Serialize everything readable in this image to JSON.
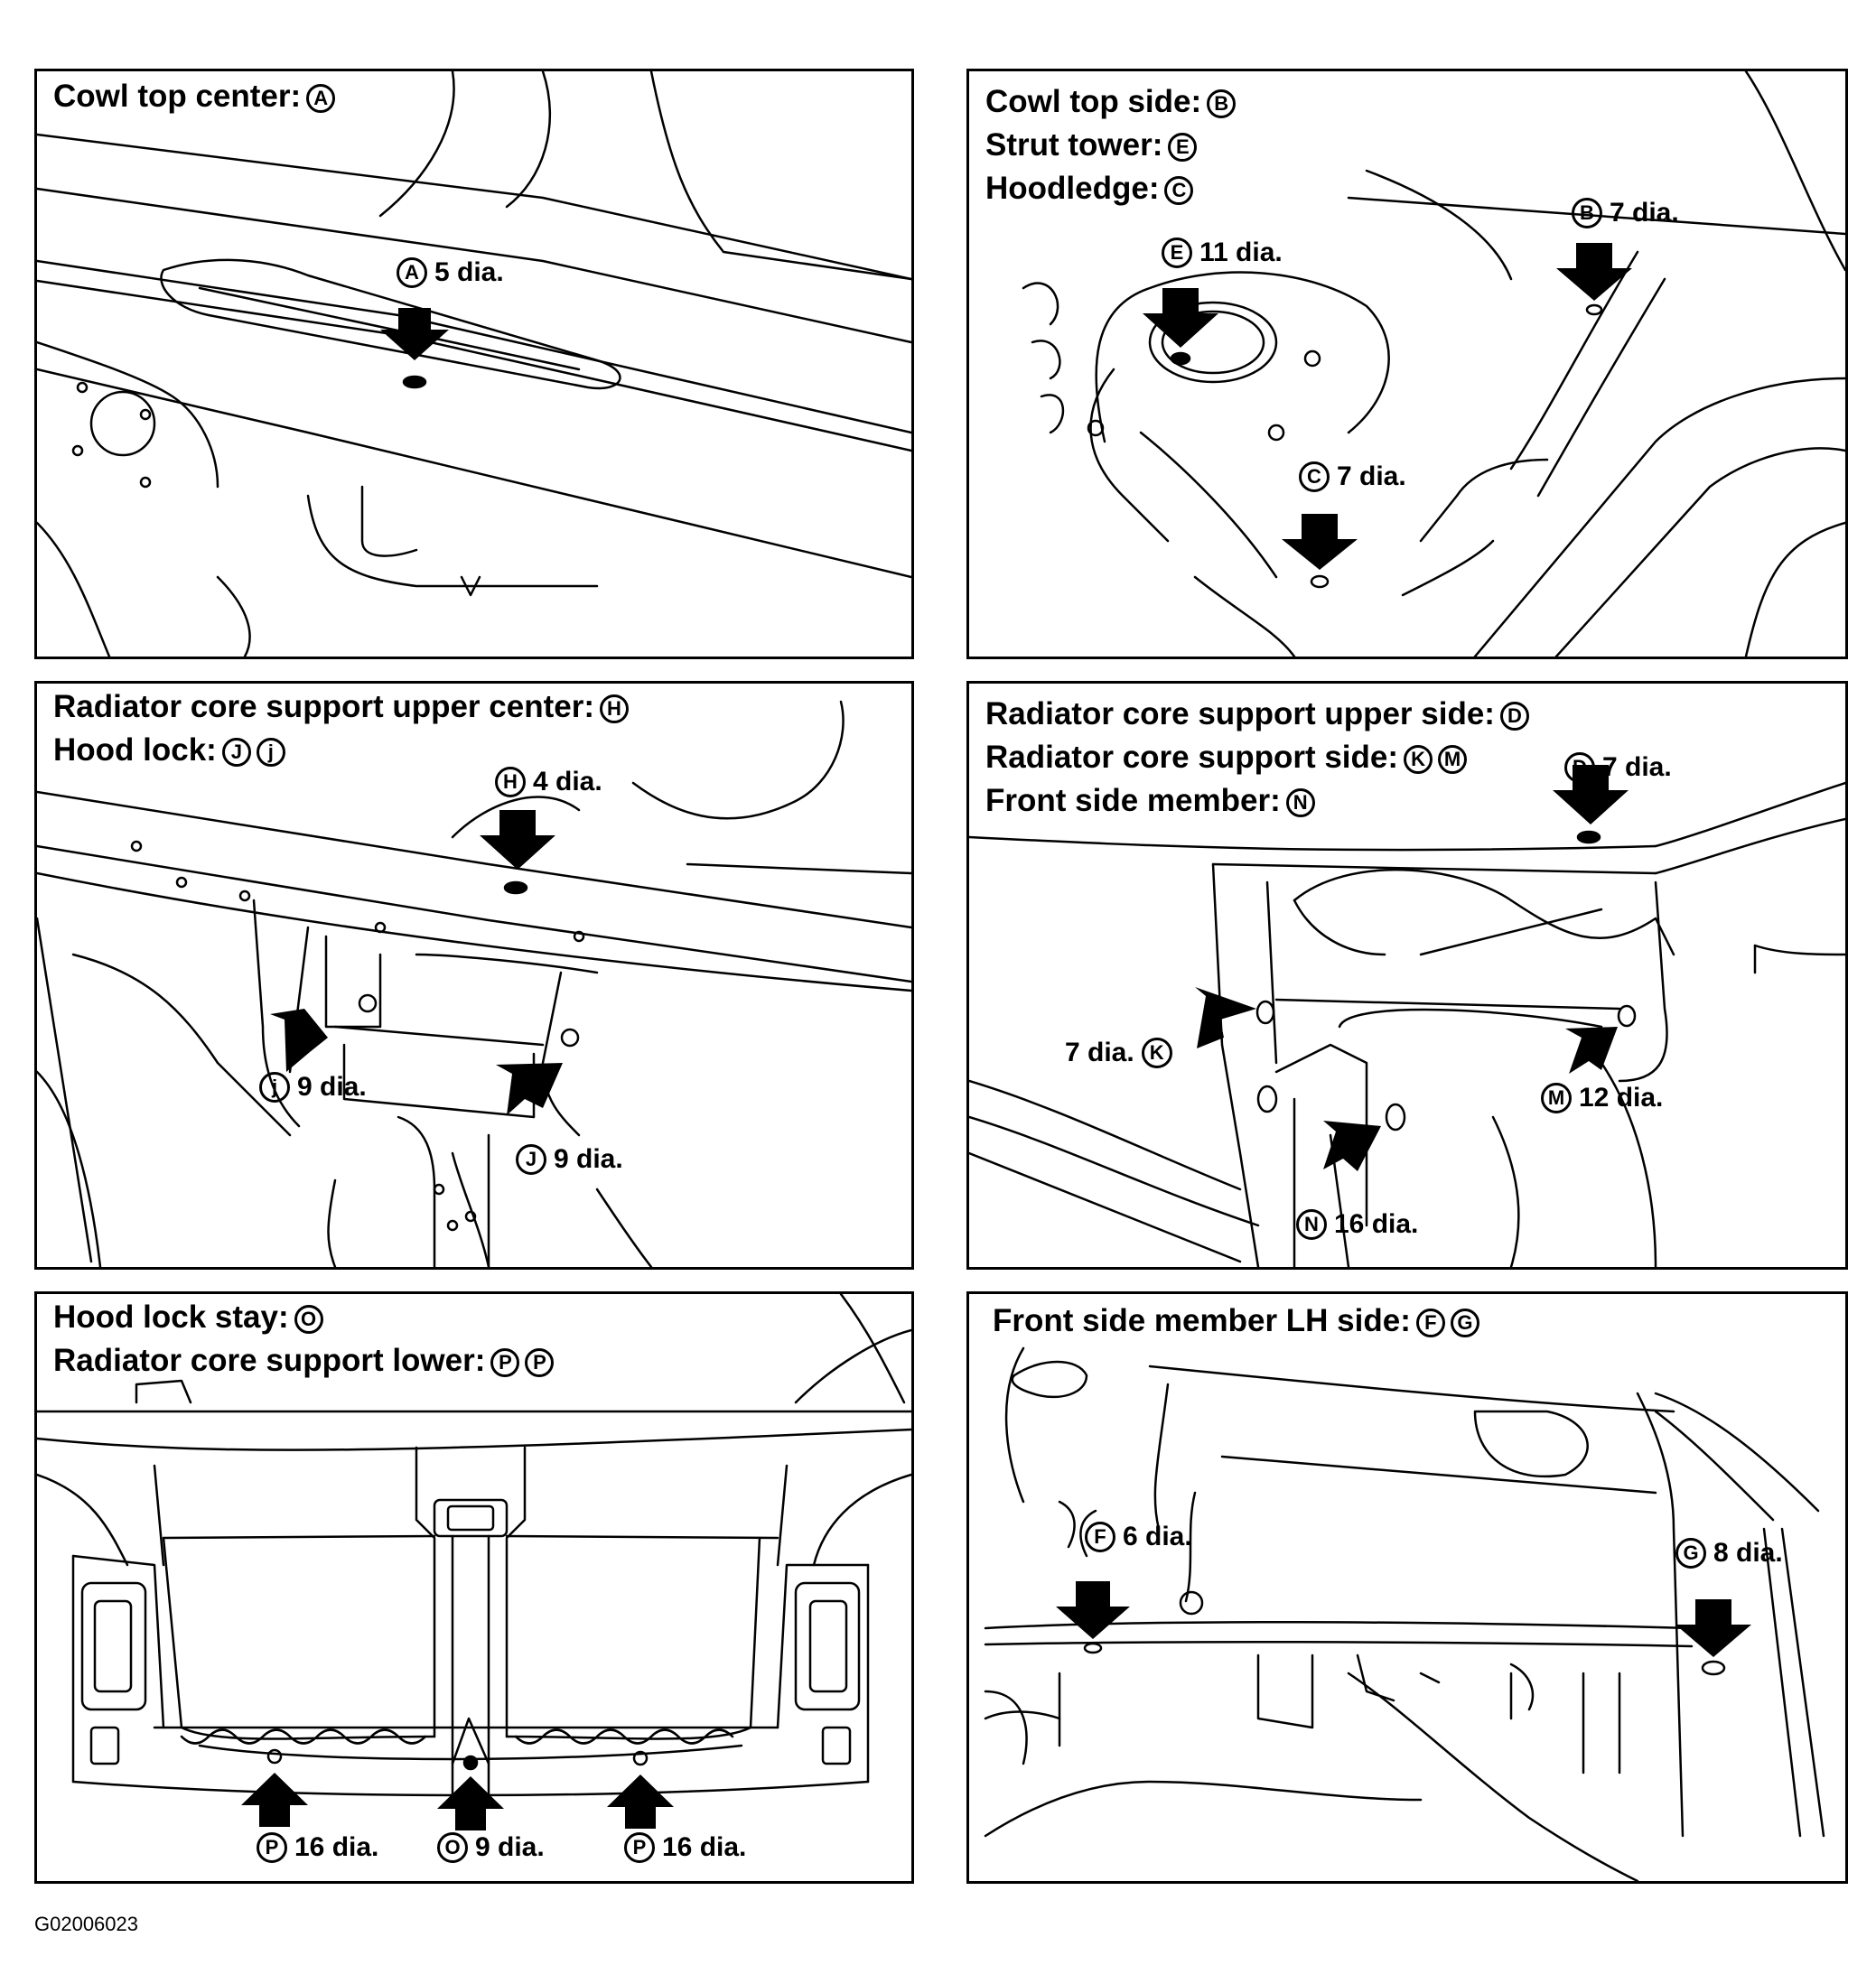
{
  "figure_id": "G02006023",
  "panels": [
    {
      "title_lines": [
        {
          "text": "Cowl top center:",
          "marks": [
            "A"
          ]
        }
      ],
      "callouts": [
        {
          "mark": "A",
          "label": "5 dia."
        }
      ]
    },
    {
      "title_lines": [
        {
          "text": "Cowl top side:",
          "marks": [
            "B"
          ]
        },
        {
          "text": "Strut tower:",
          "marks": [
            "E"
          ]
        },
        {
          "text": "Hoodledge:",
          "marks": [
            "C"
          ]
        }
      ],
      "callouts": [
        {
          "mark": "B",
          "label": "7 dia."
        },
        {
          "mark": "E",
          "label": "11 dia."
        },
        {
          "mark": "C",
          "label": "7 dia."
        }
      ]
    },
    {
      "title_lines": [
        {
          "text": "Radiator core support upper center:",
          "marks": [
            "H"
          ]
        },
        {
          "text": "Hood lock:",
          "marks": [
            "J",
            "j"
          ]
        }
      ],
      "callouts": [
        {
          "mark": "H",
          "label": "4 dia."
        },
        {
          "mark": "j",
          "label": "9 dia."
        },
        {
          "mark": "J",
          "label": "9 dia."
        }
      ]
    },
    {
      "title_lines": [
        {
          "text": "Radiator core support upper side:",
          "marks": [
            "D"
          ]
        },
        {
          "text": "Radiator core support side:",
          "marks": [
            "K",
            "M"
          ]
        },
        {
          "text": "Front side member:",
          "marks": [
            "N"
          ]
        }
      ],
      "callouts": [
        {
          "mark": "D",
          "label": "7 dia."
        },
        {
          "mark": "K",
          "label": "7 dia."
        },
        {
          "mark": "M",
          "label": "12 dia."
        },
        {
          "mark": "N",
          "label": "16 dia."
        }
      ]
    },
    {
      "title_lines": [
        {
          "text": "Hood lock stay:",
          "marks": [
            "O"
          ]
        },
        {
          "text": "Radiator core support lower:",
          "marks": [
            "P",
            "P"
          ]
        }
      ],
      "callouts": [
        {
          "mark": "P",
          "label": "16 dia."
        },
        {
          "mark": "O",
          "label": "9 dia."
        },
        {
          "mark": "P",
          "label": "16 dia."
        }
      ]
    },
    {
      "title_lines": [
        {
          "text": "Front side member LH side:",
          "marks": [
            "F",
            "G"
          ]
        }
      ],
      "callouts": [
        {
          "mark": "F",
          "label": "6 dia."
        },
        {
          "mark": "G",
          "label": "8 dia."
        }
      ]
    }
  ]
}
